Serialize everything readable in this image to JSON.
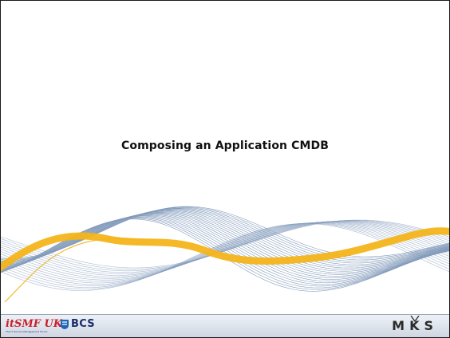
{
  "slide": {
    "title": "Composing an Application CMDB"
  },
  "footer": {
    "itsmf_logo": "itSMF UK",
    "itsmf_tagline": "The IT Service Management Forum",
    "bcs_logo": "BCS",
    "mks_logo": "MKS"
  },
  "colors": {
    "wave_blue": "#6f8bb0",
    "wave_yellow": "#f4b41a",
    "footer_start": "#eef2f7",
    "footer_end": "#cfd7e2",
    "itsmf_blue": "#1c2f7a",
    "itsmf_red": "#c8202a"
  }
}
